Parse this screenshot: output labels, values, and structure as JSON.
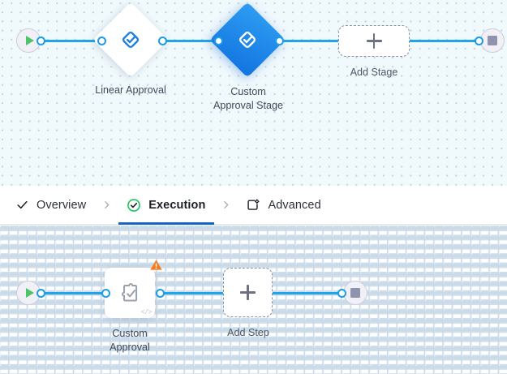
{
  "stage_canvas": {
    "name": "stage-graph",
    "start_node": {
      "icon": "play-icon",
      "label": ""
    },
    "end_node": {
      "icon": "stop-icon",
      "label": ""
    },
    "nodes": [
      {
        "id": "linear-approval",
        "label": "Linear Approval",
        "icon": "approval-diamond-check-icon",
        "selected": false
      },
      {
        "id": "custom-approval-stage",
        "label": "Custom\nApproval Stage",
        "icon": "approval-diamond-check-icon",
        "selected": true
      }
    ],
    "add_placeholder": {
      "label": "Add Stage",
      "icon": "plus-icon"
    }
  },
  "tabs": {
    "items": [
      {
        "id": "overview",
        "label": "Overview",
        "icon": "check-icon",
        "active": false
      },
      {
        "id": "execution",
        "label": "Execution",
        "icon": "check-circle-green-icon",
        "active": true
      },
      {
        "id": "advanced",
        "label": "Advanced",
        "icon": "window-gear-icon",
        "active": false
      }
    ],
    "separator": "›",
    "active_underline_color": "#1667c4"
  },
  "step_canvas": {
    "name": "step-graph",
    "start_node": {
      "icon": "play-icon",
      "label": ""
    },
    "end_node": {
      "icon": "stop-icon",
      "label": ""
    },
    "nodes": [
      {
        "id": "custom-approval",
        "label": "Custom\nApproval",
        "icon": "puzzle-check-icon",
        "badge": "warning-icon",
        "code_glyph": "</>"
      }
    ],
    "add_placeholder": {
      "label": "Add Step",
      "icon": "plus-icon"
    }
  },
  "colors": {
    "edge": "#21a5e8",
    "selected_node": "#1b82e6",
    "warning": "#f47b20",
    "success": "#22c55e",
    "canvas_top_bg": "#f0f9fc",
    "canvas_bottom_bg": "#ffffff"
  }
}
